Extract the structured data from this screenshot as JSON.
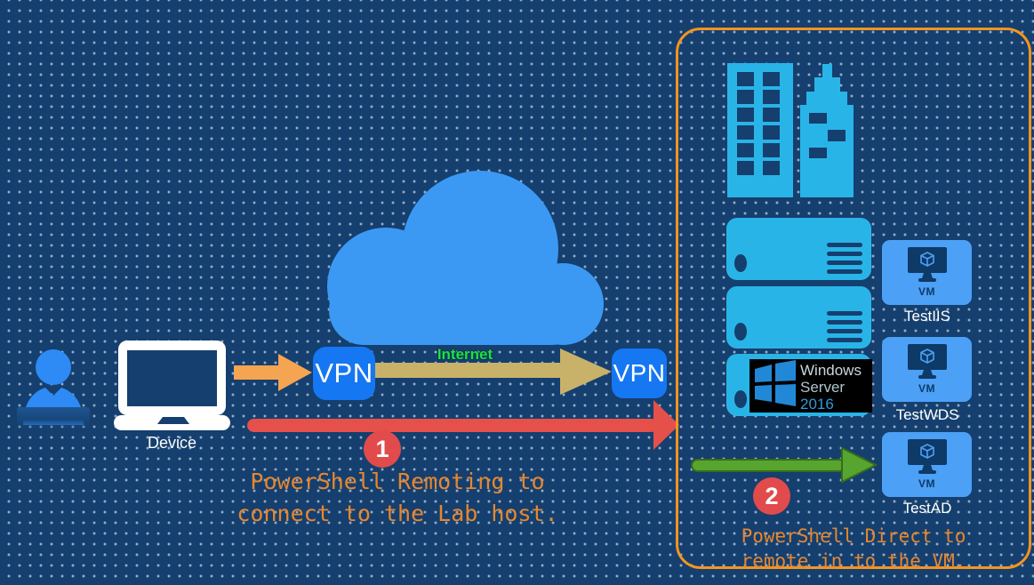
{
  "diagram": {
    "device_label": "Device",
    "vpn_left": "VPN",
    "vpn_right": "VPN",
    "internet_label": "Internet",
    "step1": {
      "badge": "1",
      "line1": "PowerShell Remoting to",
      "line2": "connect to the Lab host."
    },
    "step2": {
      "badge": "2",
      "line1": "PowerShell Direct to",
      "line2": "remote in to the VM."
    },
    "windows_server": {
      "line1": "Windows",
      "line2": "Server",
      "line3": "2016"
    },
    "vm_badge": "VM",
    "vms": [
      {
        "label": "TestIIS"
      },
      {
        "label": "TestWDS"
      },
      {
        "label": "TestAD"
      }
    ],
    "colors": {
      "background": "#153f6e",
      "lab_border_orange": "#f7941d",
      "annotation_orange": "#e8862d",
      "vpn_blue": "#1677f3",
      "cloud_blue": "#3b99f4",
      "cyan_icons": "#29b4e8",
      "vm_tile_blue": "#4ca0f6",
      "red_arrow": "#e6504a",
      "badge_red": "#e24b4b",
      "green_arrow": "#57a52f",
      "tan_arrow": "#c8b26a",
      "device_arrow_orange": "#f5a452",
      "internet_green": "#1be43b"
    }
  }
}
